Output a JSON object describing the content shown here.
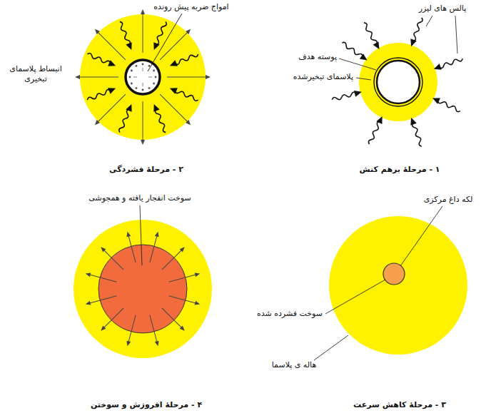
{
  "diagram": {
    "labels": [
      "پالس های لیزر",
      "پوسته هدف",
      "پلاسمای تبخیرشده",
      "۱ - مرحلهٔ برهم کنش",
      "امواج ضربه پیش رونده",
      "انبساط پلاسمای تبخیری",
      "۲ - مرحلهٔ فشردگی",
      "لکه داغ مرکزی",
      "سوخت فشرده شده",
      "هاله ی پلاسما",
      "۳ - مرحلهٔ کاهش سرعت",
      "سوخت انفجار یافته و همجوشی",
      "۴ - مرحلهٔ افروزش و سوختن"
    ]
  }
}
